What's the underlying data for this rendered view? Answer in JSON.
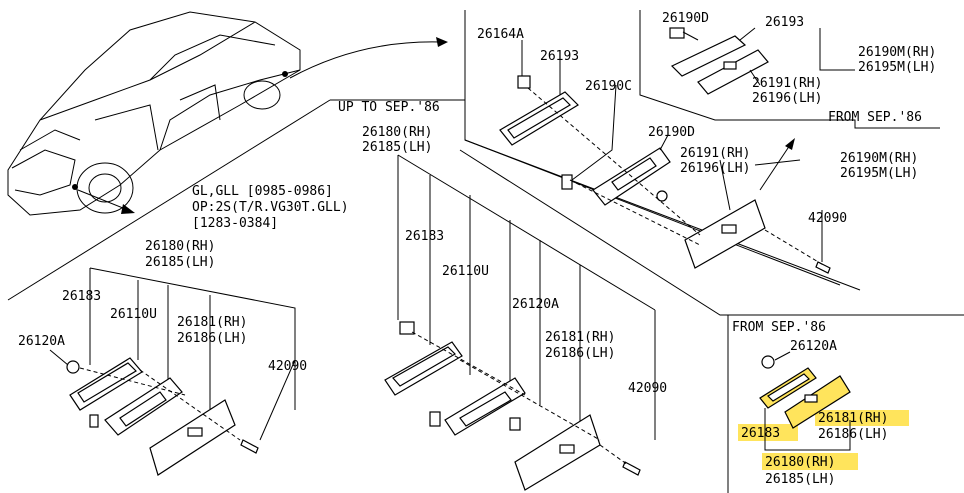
{
  "colors": {
    "highlight": "#ffe45c",
    "line": "#000000",
    "background": "#ffffff"
  },
  "header_block": {
    "title": "UP TO SEP.'86",
    "p26180": "26180(RH)",
    "p26185": "26185(LH)"
  },
  "top_right": {
    "p26164A": "26164A",
    "p26193": "26193",
    "p26190C": "26190C",
    "p26190D": "26190D",
    "p26191": "26191(RH)",
    "p26196": "26196(LH)",
    "p26190M": "26190M(RH)",
    "p26195M": "26195M(LH)",
    "p42090": "42090"
  },
  "inset_top": {
    "p26190D": "26190D",
    "p26193": "26193",
    "p26190M": "26190M(RH)",
    "p26195M": "26195M(LH)",
    "p26191": "26191(RH)",
    "p26196": "26196(LH)",
    "caption": "FROM SEP.'86"
  },
  "left_block": {
    "note1": "GL,GLL [0985-0986]",
    "note2": "OP:2S(T/R.VG30T.GLL)",
    "note3": "[1283-0384]",
    "p26180": "26180(RH)",
    "p26185": "26185(LH)",
    "p26183": "26183",
    "p26110U": "26110U",
    "p26181": "26181(RH)",
    "p26186": "26186(LH)",
    "p26120A": "26120A",
    "p42090": "42090"
  },
  "middle_block": {
    "p26183": "26183",
    "p26110U": "26110U",
    "p26120A": "26120A",
    "p26181": "26181(RH)",
    "p26186": "26186(LH)",
    "p42090": "42090"
  },
  "inset_bottom": {
    "title": "FROM SEP.'86",
    "p26120A": "26120A",
    "p26181": "26181(RH)",
    "p26186": "26186(LH)",
    "p26183": "26183",
    "p26180": "26180(RH)",
    "p26185": "26185(LH)"
  }
}
